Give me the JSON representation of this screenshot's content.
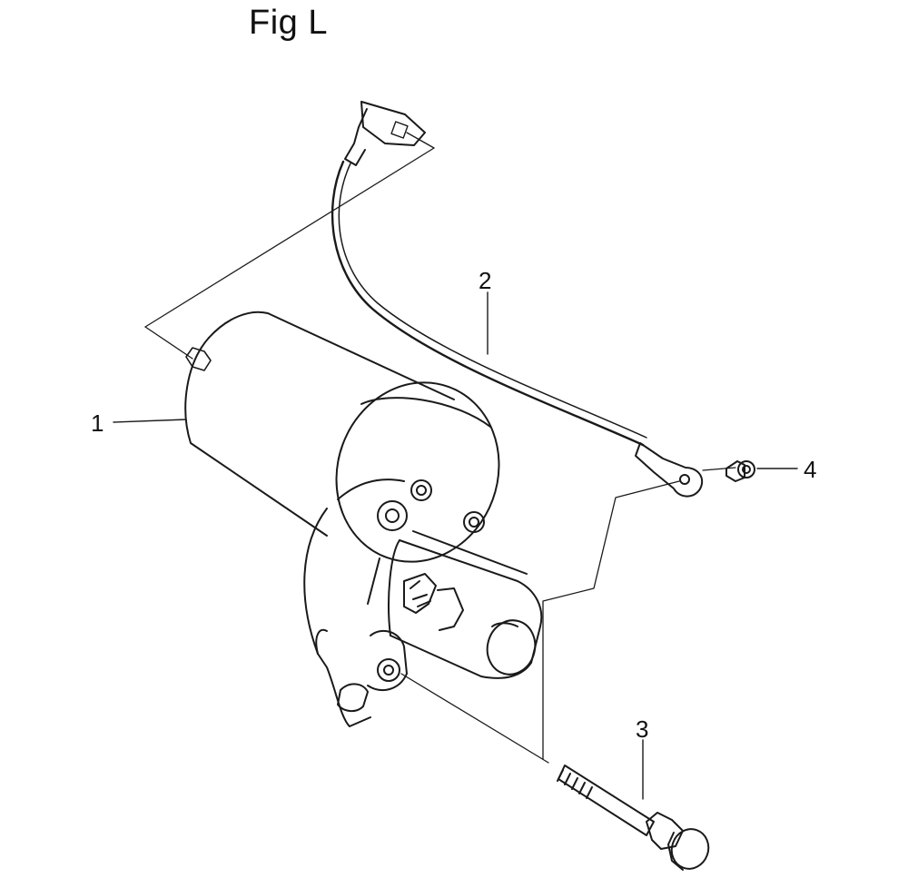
{
  "figure": {
    "title": "Fig L",
    "callouts": [
      {
        "id": "1",
        "label": "1"
      },
      {
        "id": "2",
        "label": "2"
      },
      {
        "id": "3",
        "label": "3"
      },
      {
        "id": "4",
        "label": "4"
      }
    ]
  },
  "colors": {
    "line": "#1a1a1a",
    "background": "#ffffff"
  }
}
